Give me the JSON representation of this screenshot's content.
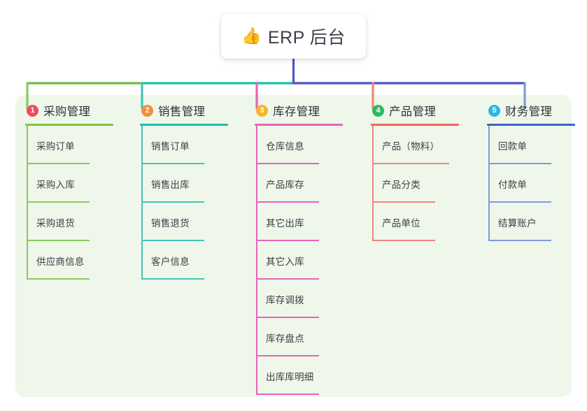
{
  "root": {
    "icon": "thumbs-up-icon",
    "icon_glyph": "👍",
    "title": "ERP 后台"
  },
  "theme": {
    "page_background": "#ffffff",
    "panel_background": "#eef7ea",
    "title_text_color": "#3b3f46",
    "trunk_segment_1": "#6cbd45",
    "trunk_segment_2": "#17bfad",
    "trunk_segment_3": "#4f55c4",
    "root_stem": "#4f55c4"
  },
  "columns": [
    {
      "number": "1",
      "title": "采购管理",
      "badge_color": "#ef4a63",
      "rule_color": "#84c341",
      "line_color": "#8cc860",
      "items": [
        {
          "label": "采购订单"
        },
        {
          "label": "采购入库"
        },
        {
          "label": "采购退货"
        },
        {
          "label": "供应商信息"
        }
      ]
    },
    {
      "number": "2",
      "title": "销售管理",
      "badge_color": "#f68c33",
      "rule_color": "#17bfad",
      "line_color": "#45c3b8",
      "items": [
        {
          "label": "销售订单"
        },
        {
          "label": "销售出库"
        },
        {
          "label": "销售退货"
        },
        {
          "label": "客户信息"
        }
      ]
    },
    {
      "number": "3",
      "title": "库存管理",
      "badge_color": "#f6b528",
      "rule_color": "#e864b8",
      "line_color": "#e864b8",
      "items": [
        {
          "label": "仓库信息"
        },
        {
          "label": "产品库存"
        },
        {
          "label": "其它出库"
        },
        {
          "label": "其它入库"
        },
        {
          "label": "库存调拨"
        },
        {
          "label": "库存盘点"
        },
        {
          "label": "出库库明细"
        }
      ]
    },
    {
      "number": "4",
      "title": "产品管理",
      "badge_color": "#2fb760",
      "rule_color": "#f4675e",
      "line_color": "#f4837c",
      "items": [
        {
          "label": "产品（物料）",
          "wide": true
        },
        {
          "label": "产品分类"
        },
        {
          "label": "产品单位"
        }
      ]
    },
    {
      "number": "5",
      "title": "财务管理",
      "badge_color": "#2db4e8",
      "rule_color": "#3f63c9",
      "line_color": "#7e9ae0",
      "items": [
        {
          "label": "回款单"
        },
        {
          "label": "付款单"
        },
        {
          "label": "结算账户"
        }
      ]
    }
  ]
}
